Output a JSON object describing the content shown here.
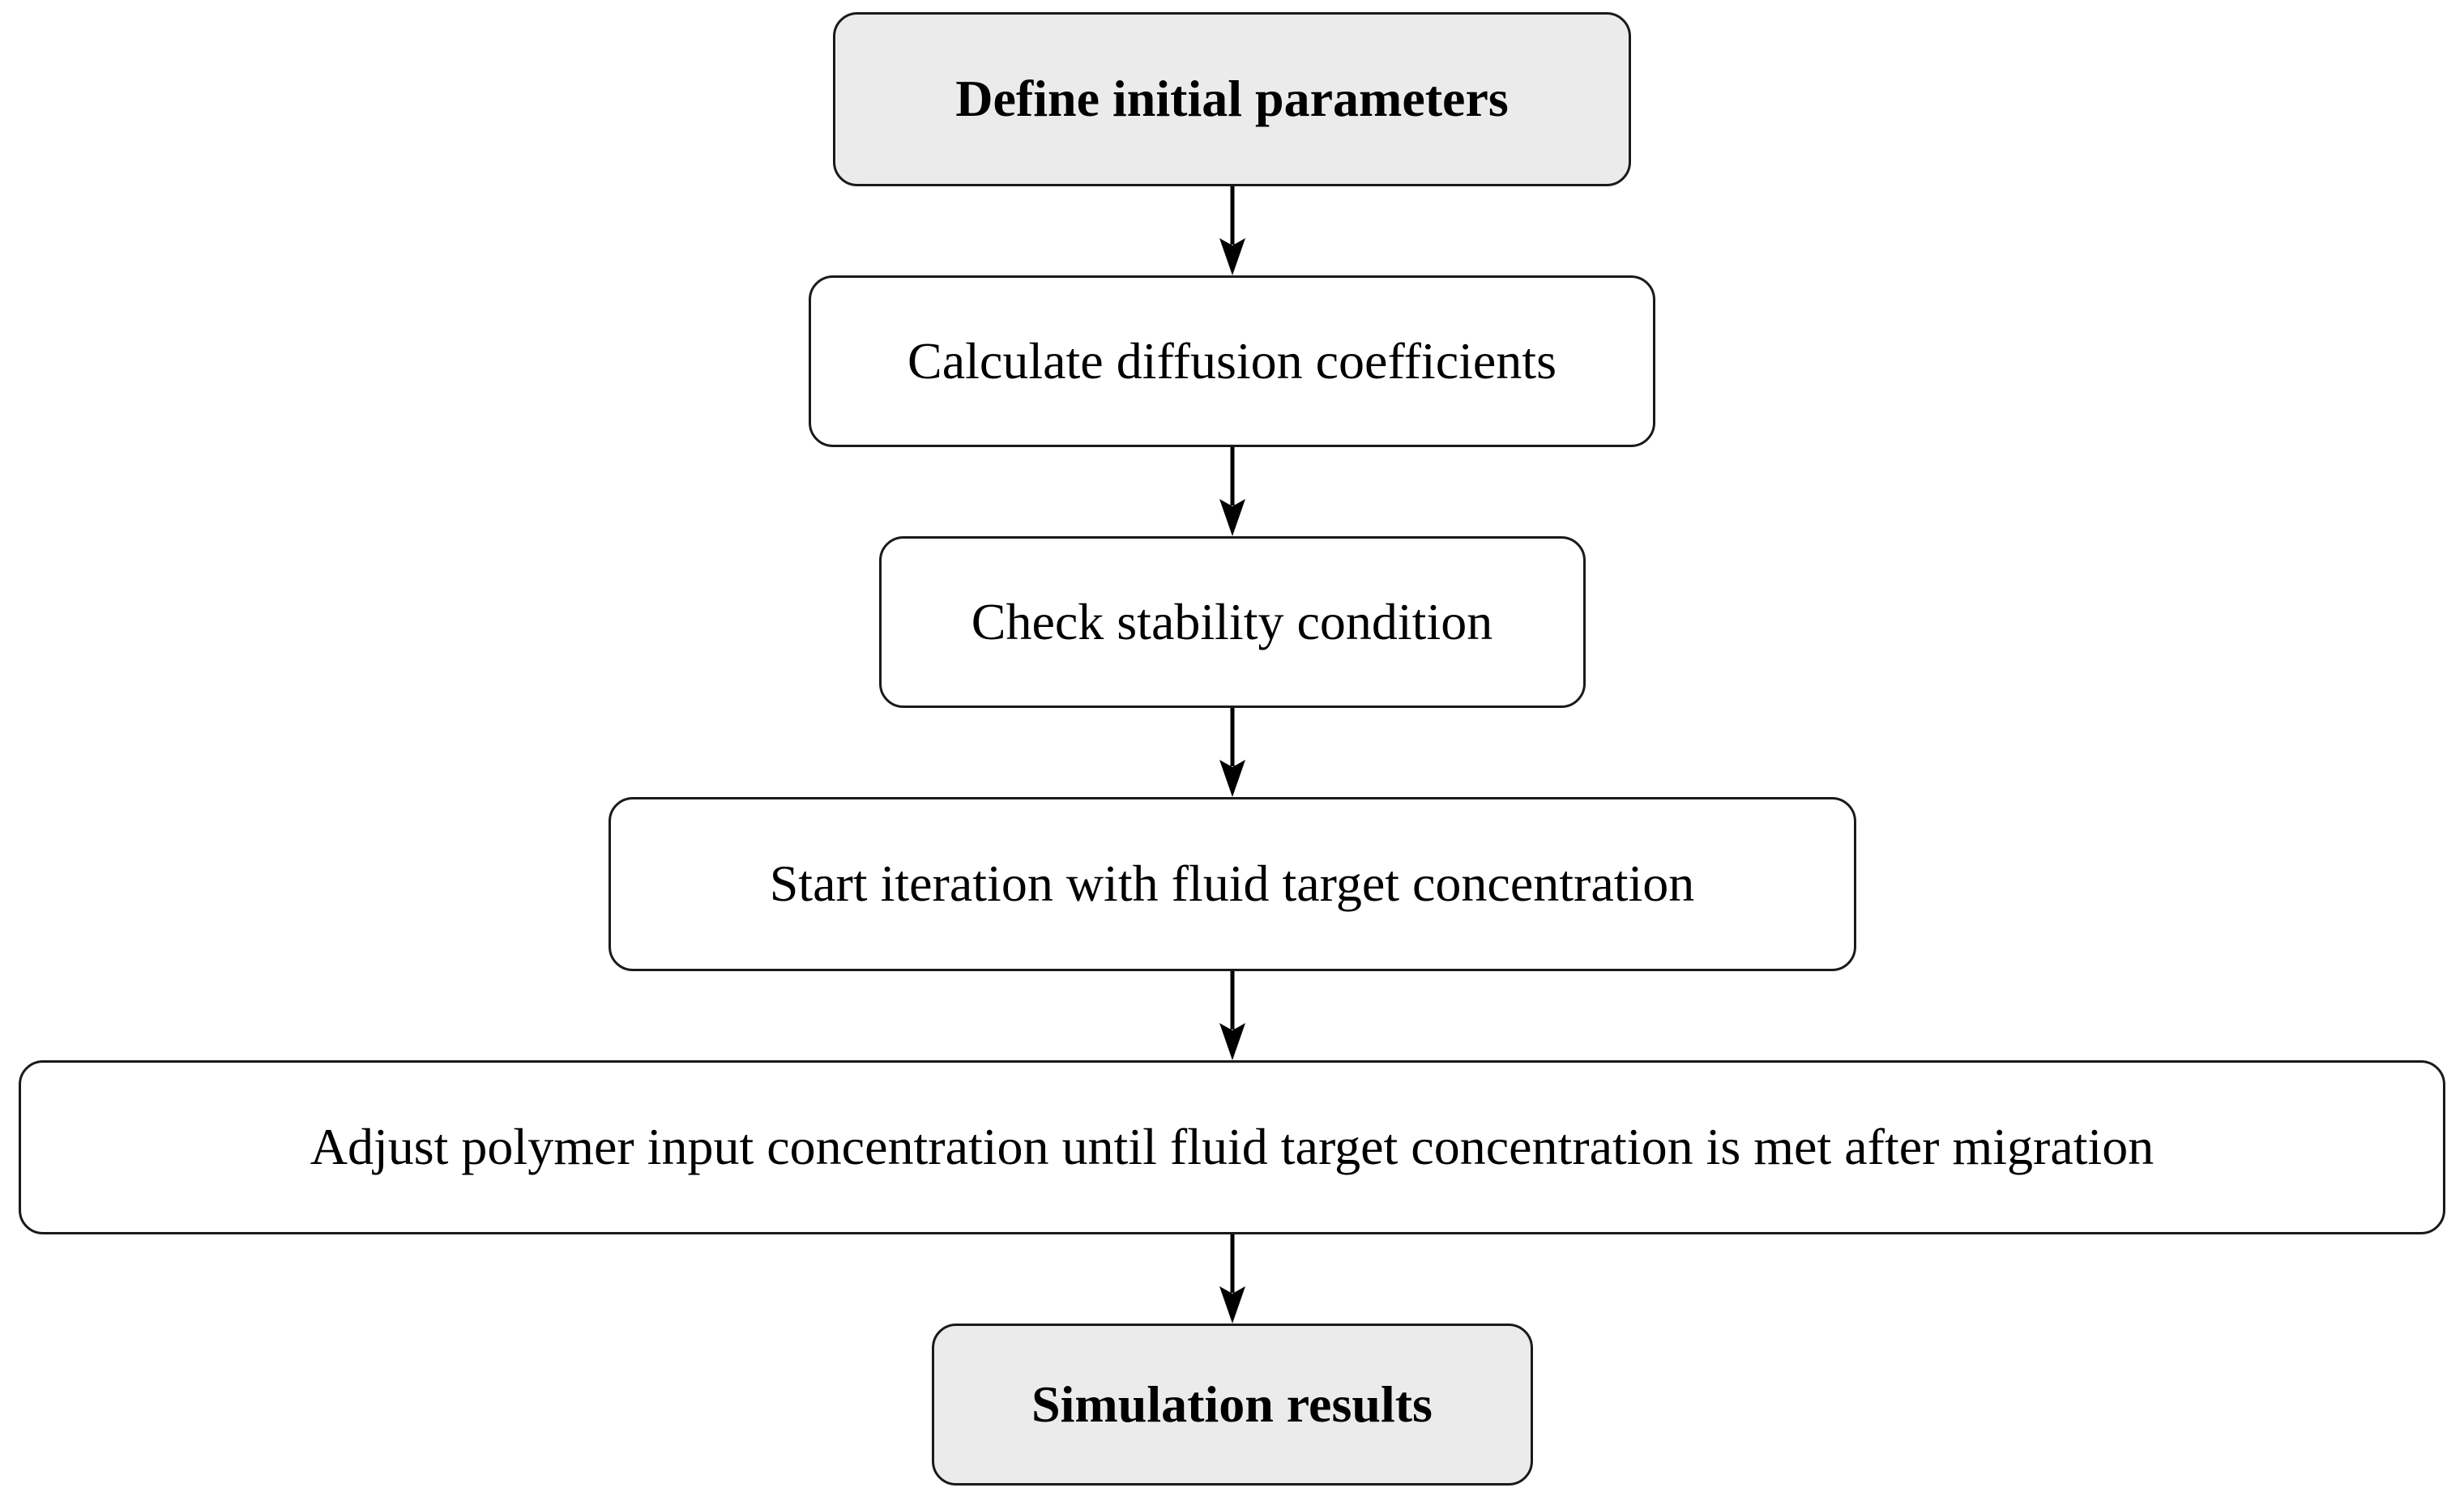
{
  "diagram": {
    "type": "flowchart",
    "direction": "top-down",
    "nodes": [
      {
        "id": "define",
        "label": "Define initial parameters",
        "style": "terminal",
        "emphasis": "bold"
      },
      {
        "id": "diffusion",
        "label": "Calculate diffusion coefficients",
        "style": "process",
        "emphasis": "regular"
      },
      {
        "id": "stability",
        "label": "Check stability condition",
        "style": "process",
        "emphasis": "regular"
      },
      {
        "id": "iteration",
        "label": "Start iteration with fluid target concentration",
        "style": "process",
        "emphasis": "regular"
      },
      {
        "id": "adjust",
        "label": "Adjust polymer input concentration until fluid target concentration is met after migration",
        "style": "process",
        "emphasis": "regular"
      },
      {
        "id": "results",
        "label": "Simulation results",
        "style": "terminal",
        "emphasis": "bold"
      }
    ],
    "edges": [
      {
        "from": "define",
        "to": "diffusion"
      },
      {
        "from": "diffusion",
        "to": "stability"
      },
      {
        "from": "stability",
        "to": "iteration"
      },
      {
        "from": "iteration",
        "to": "adjust"
      },
      {
        "from": "adjust",
        "to": "results"
      }
    ],
    "colors": {
      "terminal-fill": "#ebebeb",
      "process-fill": "#ffffff",
      "node-border": "#1a1a1a",
      "arrow": "#000000",
      "text": "#000000",
      "background": "#ffffff"
    }
  }
}
